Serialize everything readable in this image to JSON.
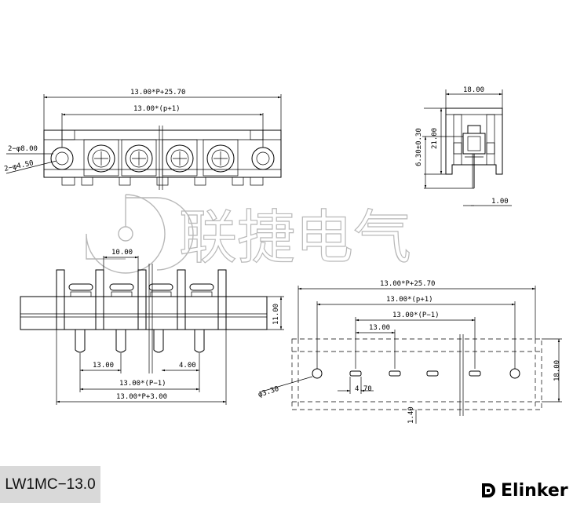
{
  "watermark": {
    "text": "联捷电气"
  },
  "part_label": "LW1MC−13.0",
  "brand": {
    "name": "Elinker"
  },
  "dims": {
    "top_overall": "13.00*P+25.70",
    "top_pitch_span": "13.00*(p+1)",
    "hole_8": "2−φ8.00",
    "hole_4": "2−φ4.50",
    "side_width": "18.00",
    "side_height": "21.00",
    "side_offset": "6.30±0.30",
    "side_pin": "1.00",
    "front_gap": "10.00",
    "front_height": "11.00",
    "front_pitch": "13.00",
    "front_pin": "4.00",
    "front_p1": "13.00*(P−1)",
    "front_overall": "13.00*P+3.00",
    "bot_overall": "13.00*P+25.70",
    "bot_p1plus": "13.00*(p+1)",
    "bot_pitch": "13.00",
    "bot_p1": "13.00*(P−1)",
    "bot_hole": "φ3.30",
    "bot_slot": "4.70",
    "bot_height": "18.00",
    "bot_offset": "1.40"
  }
}
